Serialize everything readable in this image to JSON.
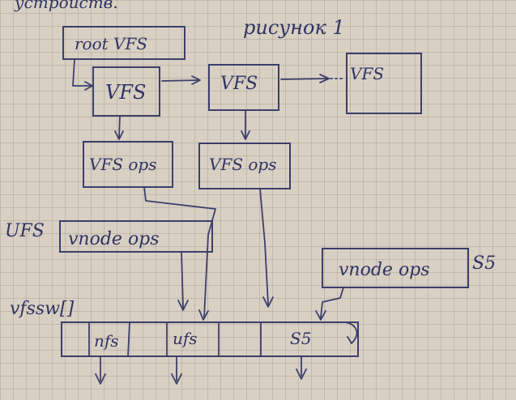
{
  "labels": {
    "top_scribble": "устройств.",
    "figure_caption": "рисунок 1",
    "root_vfs": "root VFS",
    "vfs_1": "VFS",
    "vfs_2": "VFS",
    "vfs_3": "VFS",
    "vfs_ops_1": "VFS ops",
    "vfs_ops_2": "VFS ops",
    "ufs_side_label": "UFS",
    "vnode_ops_ufs": "vnode ops",
    "vnode_ops_s5": "vnode ops",
    "s5_side_label": "S5",
    "vfssw_label": "vfssw[]",
    "cell_nfs": "nfs",
    "cell_ufs": "ufs",
    "cell_s5": "S5"
  },
  "colors": {
    "paper": "#d9d0c4",
    "grid": "#968c82",
    "ink": "#2f3463"
  }
}
